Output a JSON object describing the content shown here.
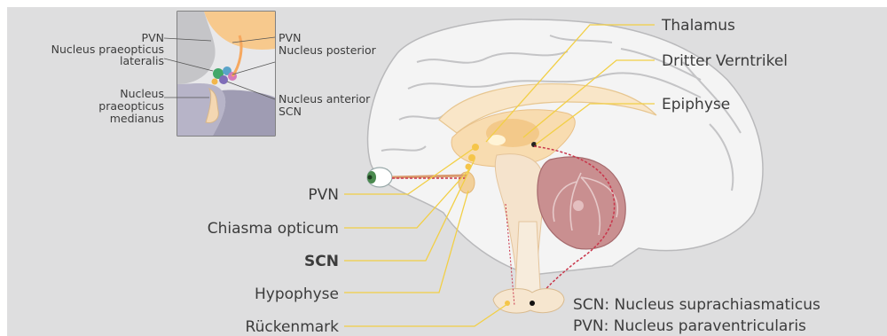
{
  "inset": {
    "left_labels": [
      "PVN",
      "Nucleus praeopticus",
      "lateralis",
      "Nucleus",
      "praeopticus",
      "medianus"
    ],
    "right_labels": [
      "PVN",
      "Nucleus posterior",
      "Nucleus anterior",
      "SCN"
    ]
  },
  "left_labels": {
    "pvn": "PVN",
    "chiasma": "Chiasma opticum",
    "scn": "SCN",
    "hypophyse": "Hypophyse",
    "rueckenmark": "Rückenmark"
  },
  "right_labels": {
    "thalamus": "Thalamus",
    "ventrikel": "Dritter Verntrikel",
    "epiphyse": "Epiphyse"
  },
  "legend": {
    "scn": "SCN: Nucleus suprachiasmaticus",
    "pvn": "PVN: Nucleus paraventricularis"
  },
  "colors": {
    "panel": "#dededf",
    "pointer": "#f2cf45",
    "tract": "#c9354a"
  }
}
